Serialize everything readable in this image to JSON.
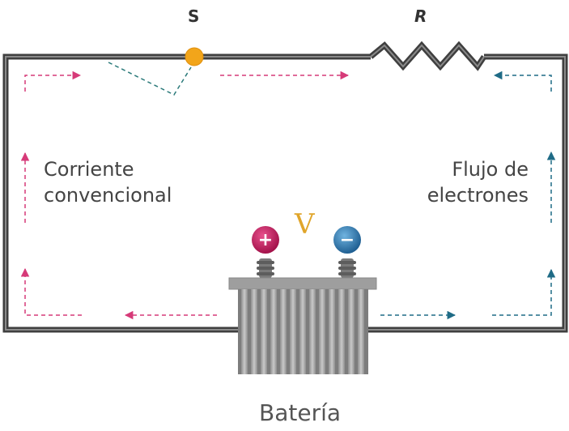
{
  "labels": {
    "switch": "S",
    "resistor": "R",
    "voltage": "V",
    "battery": "Batería",
    "positive_terminal": "+",
    "negative_terminal": "−"
  },
  "left_text": {
    "line1": "Corriente",
    "line2": "convencional"
  },
  "right_text": {
    "line1": "Flujo de",
    "line2": "electrones"
  },
  "colors": {
    "wire": "#4a4a4a",
    "conventional_current": "#d63a78",
    "electron_flow": "#1f6b86",
    "switch_pivot": "#f2a51a",
    "voltage_label": "#e0a52a",
    "positive_terminal": "#c2185b",
    "negative_terminal": "#2e7fb5",
    "battery_body": "#a8a8a8"
  }
}
